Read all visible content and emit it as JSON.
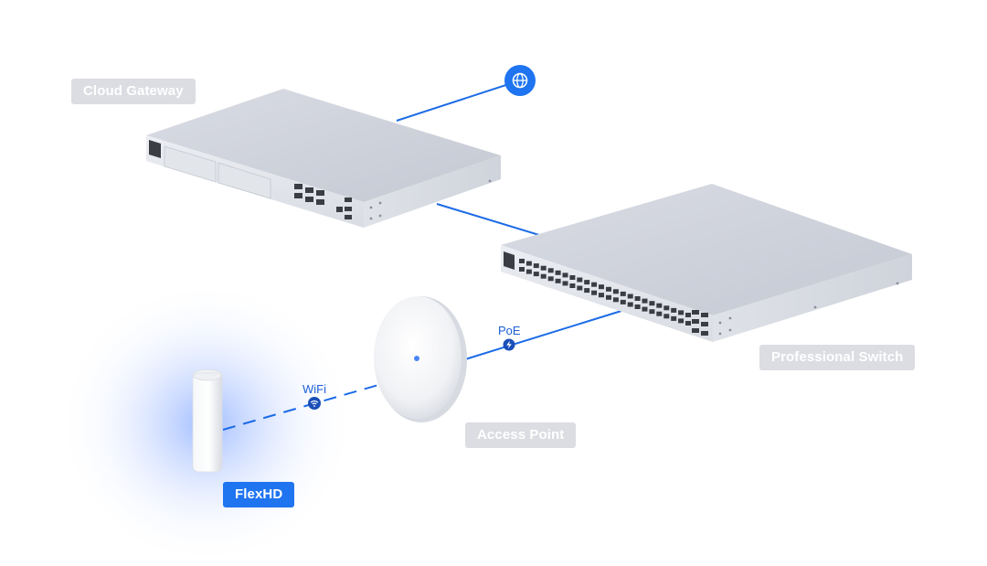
{
  "devices": {
    "cloud_gateway": {
      "label": "Cloud Gateway"
    },
    "professional_switch": {
      "label": "Professional Switch"
    },
    "access_point": {
      "label": "Access Point"
    },
    "flexhd": {
      "label": "FlexHD",
      "selected": true
    }
  },
  "links": {
    "wifi": {
      "label": "WiFi",
      "icon": "wifi-icon"
    },
    "poe": {
      "label": "PoE",
      "icon": "lightning-icon"
    },
    "internet": {
      "icon": "globe-icon"
    }
  },
  "colors": {
    "accent": "#1f74f0",
    "link_line": "#1c6be6",
    "tag_inactive": "#dcdde2",
    "device_body": "#e6e8ee"
  }
}
